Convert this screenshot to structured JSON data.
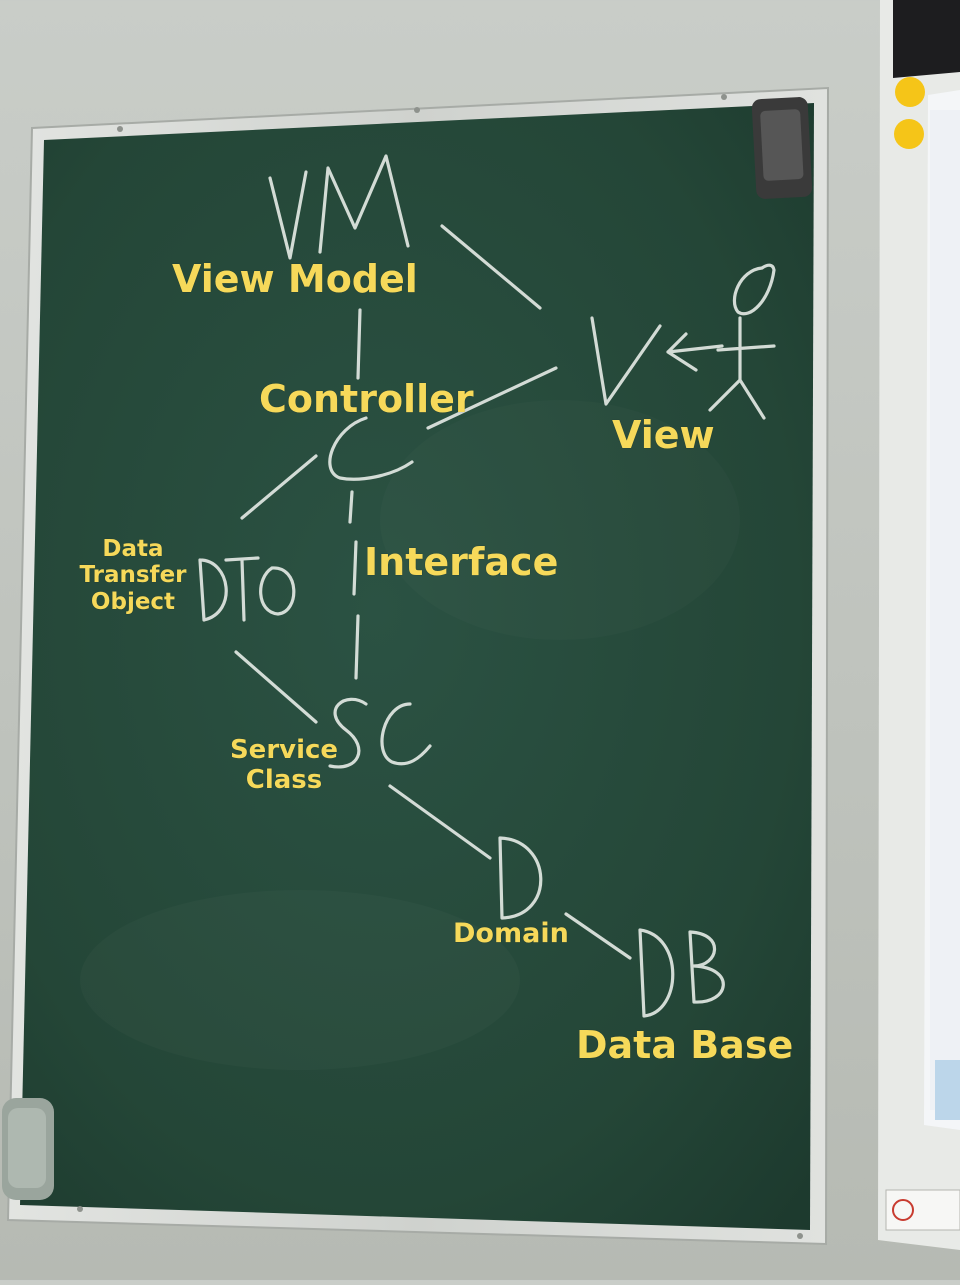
{
  "colors": {
    "wall": "#c4c8c2",
    "frame": "#d7dad6",
    "board": "#264a3c",
    "chalk": "#e2e8e3",
    "annotation": "#f6d95a",
    "magnet": "#f5c518"
  },
  "chalk_drawing": {
    "labels": [
      "VM",
      "V",
      "C",
      "DTO",
      "SC",
      "D",
      "DB"
    ]
  },
  "annotations": {
    "view_model": "View Model",
    "controller": "Controller",
    "view": "View",
    "interface": "Interface",
    "dto": [
      "Data",
      "Transfer",
      "Object"
    ],
    "service_class": [
      "Service",
      "Class"
    ],
    "domain": "Domain",
    "data_base": "Data Base"
  }
}
